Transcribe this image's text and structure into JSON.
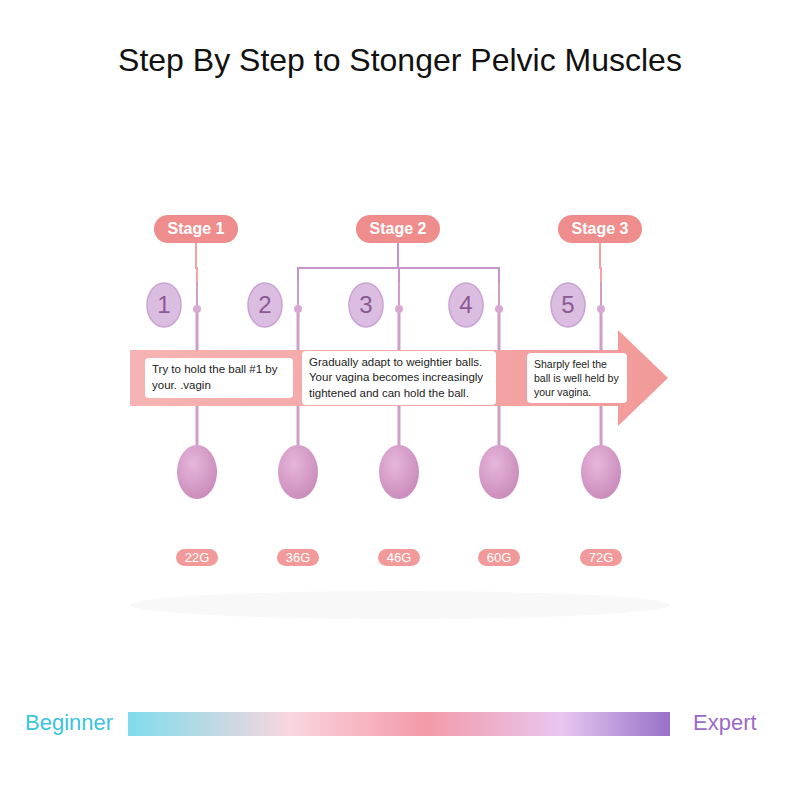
{
  "diagram": {
    "title": "Step By Step to Stonger Pelvic Muscles",
    "nodes": [
      {
        "text": [
          "Stage 1"
        ]
      },
      {
        "text": [
          "Stage 2"
        ]
      },
      {
        "text": [
          "Stage 3"
        ]
      },
      {
        "text": [
          "1"
        ]
      },
      {
        "text": [
          "2"
        ]
      },
      {
        "text": [
          "3"
        ]
      },
      {
        "text": [
          "4"
        ]
      },
      {
        "text": [
          "5"
        ]
      },
      {
        "text": [
          "Try to hold the ball #1 by your. .vagin"
        ]
      },
      {
        "text": [
          "Gradually adapt to weightier balls. Your vagina becomes increasingly tightened and can hold the ball."
        ]
      },
      {
        "text": [
          "Sharply feel the ball is well held by your vagina."
        ]
      },
      {
        "text": [
          "22G"
        ]
      },
      {
        "text": [
          "36G"
        ]
      },
      {
        "text": [
          "46G"
        ]
      },
      {
        "text": [
          "60G"
        ]
      },
      {
        "text": [
          "72G"
        ]
      }
    ],
    "edges": [
      {
        "from": 0,
        "to": 3,
        "arrow": "none"
      },
      {
        "from": 1,
        "to": 4,
        "arrow": "none"
      },
      {
        "from": 1,
        "to": 5,
        "arrow": "none"
      },
      {
        "from": 1,
        "to": 6,
        "arrow": "none"
      },
      {
        "from": 2,
        "to": 7,
        "arrow": "none"
      }
    ],
    "labels": [
      "Beginner",
      "Expert"
    ]
  }
}
